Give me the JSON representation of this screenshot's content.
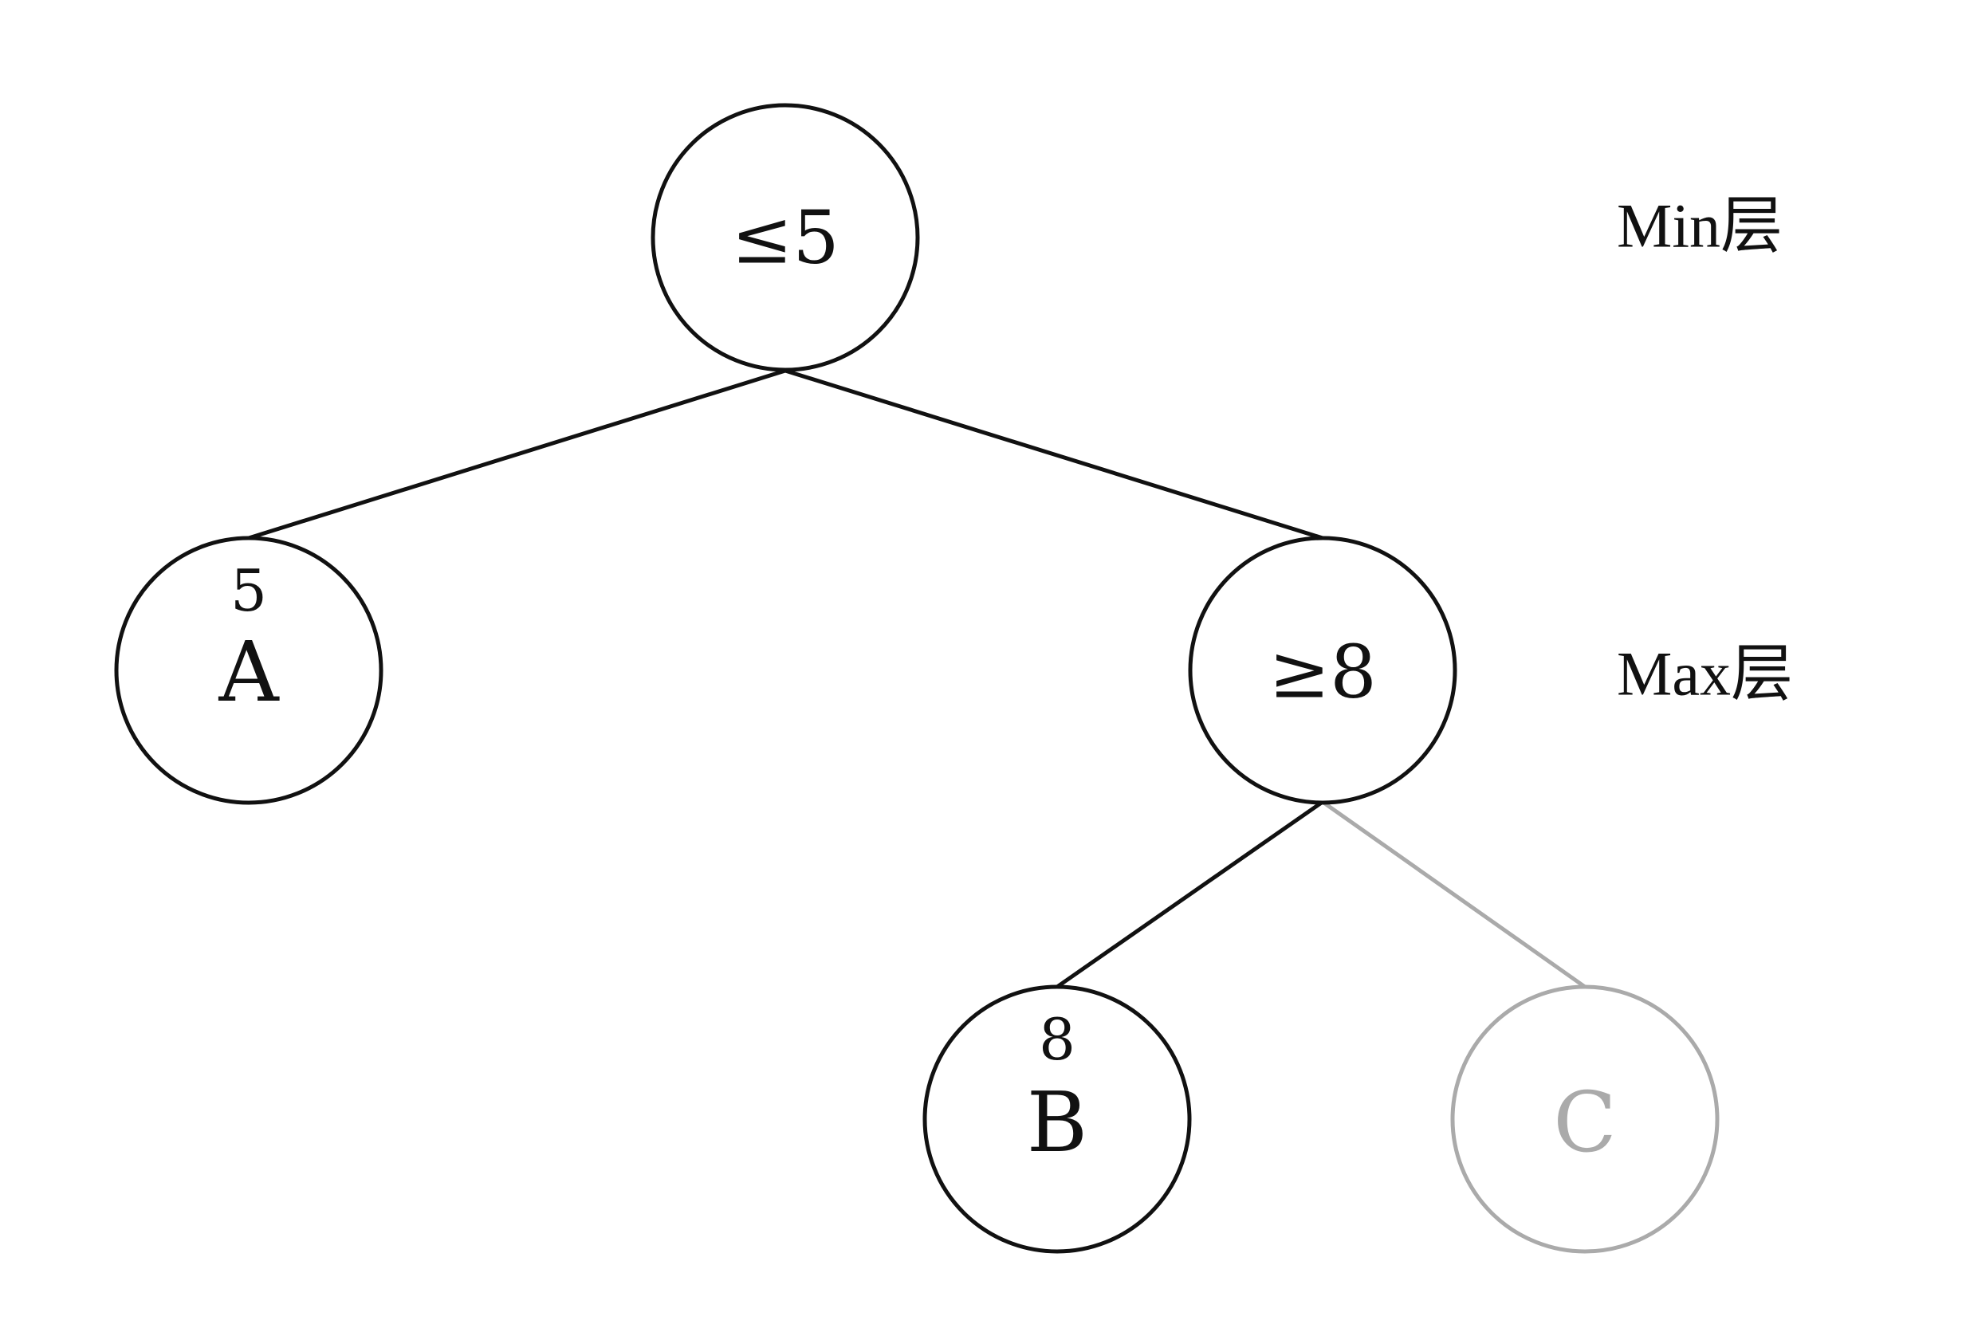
{
  "colors": {
    "active": "#111111",
    "pruned": "#aaaaaa"
  },
  "layers": {
    "min_label": "Min层",
    "max_label": "Max层"
  },
  "nodes": {
    "root": {
      "label": "≤5",
      "state": "active"
    },
    "a": {
      "label": "A",
      "value": "5",
      "state": "active"
    },
    "max_node": {
      "label": "≥8",
      "state": "active"
    },
    "b": {
      "label": "B",
      "value": "8",
      "state": "active"
    },
    "c": {
      "label": "C",
      "state": "pruned"
    }
  },
  "edges": [
    {
      "from": "root",
      "to": "a",
      "state": "active"
    },
    {
      "from": "root",
      "to": "max_node",
      "state": "active"
    },
    {
      "from": "max_node",
      "to": "b",
      "state": "active"
    },
    {
      "from": "max_node",
      "to": "c",
      "state": "pruned"
    }
  ]
}
